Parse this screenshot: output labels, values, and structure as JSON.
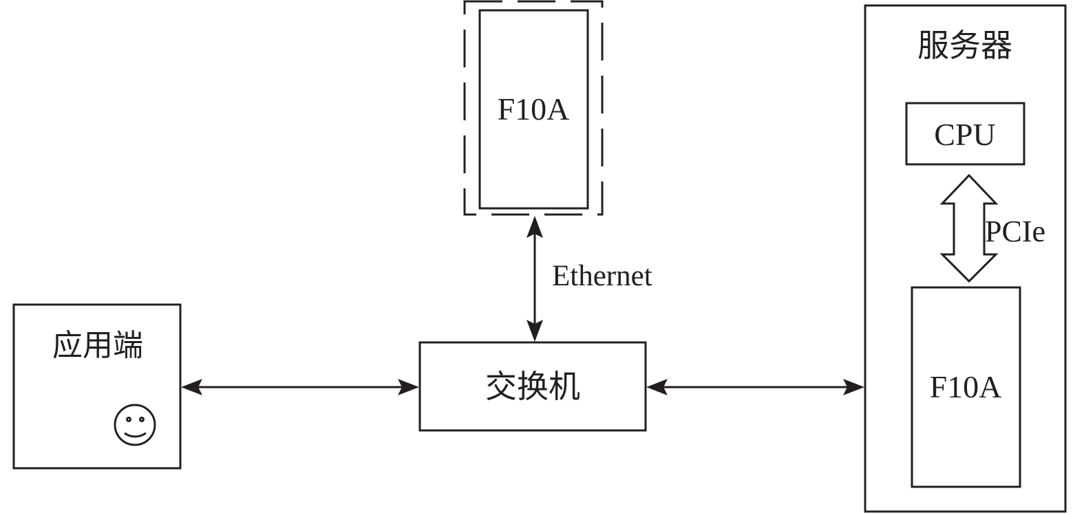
{
  "diagram": {
    "type": "system-architecture",
    "nodes": {
      "app_client": {
        "label": "应用端",
        "icon": "smiley-face-icon"
      },
      "switch": {
        "label": "交换机"
      },
      "remote_fpga": {
        "label": "F10A",
        "style": "dashed-enclosure"
      },
      "server": {
        "label": "服务器"
      },
      "cpu": {
        "label": "CPU"
      },
      "server_fpga": {
        "label": "F10A"
      }
    },
    "edges": [
      {
        "from": "app_client",
        "to": "switch",
        "direction": "bidirectional",
        "label": ""
      },
      {
        "from": "switch",
        "to": "server",
        "direction": "bidirectional",
        "label": ""
      },
      {
        "from": "switch",
        "to": "remote_fpga",
        "direction": "bidirectional",
        "label": "Ethernet"
      },
      {
        "from": "cpu",
        "to": "server_fpga",
        "direction": "bidirectional",
        "label": "PCIe",
        "style": "hollow-block-arrow"
      }
    ],
    "colors": {
      "stroke": "#231f20",
      "background": "#ffffff"
    }
  }
}
